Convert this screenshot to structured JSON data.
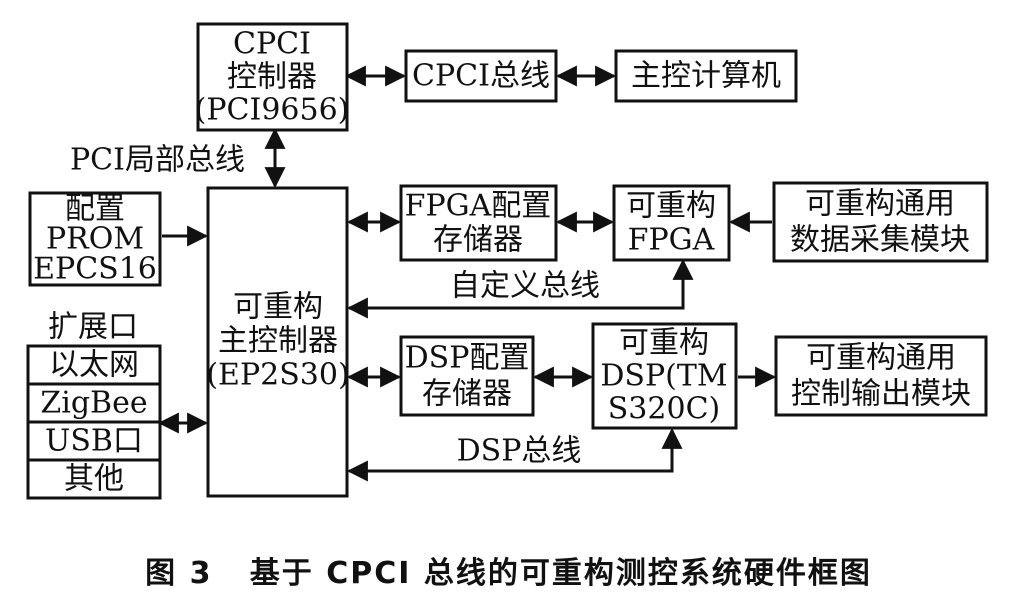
{
  "caption": "图 3   基于 CPCI 总线的可重构测控系统硬件框图",
  "blocks": {
    "cpci_controller": [
      "CPCI",
      "控制器",
      "(PCI9656)"
    ],
    "cpci_bus": [
      "CPCI总线"
    ],
    "host_computer": [
      "主控计算机"
    ],
    "config_prom": [
      "配置",
      "PROM",
      "EPCS16"
    ],
    "main_controller": [
      "可重构",
      "主控制器",
      "(EP2S30)"
    ],
    "fpga_config_mem": [
      "FPGA配置",
      "存储器"
    ],
    "reconfig_fpga": [
      "可重构",
      "FPGA"
    ],
    "daq_module": [
      "可重构通用",
      "数据采集模块"
    ],
    "dsp_config_mem": [
      "DSP配置",
      "存储器"
    ],
    "reconfig_dsp": [
      "可重构",
      "DSP(TM",
      "S320C)"
    ],
    "control_output_module": [
      "可重构通用",
      "控制输出模块"
    ]
  },
  "expansion": {
    "title": "扩展口",
    "ports": [
      "以太网",
      "ZigBee",
      "USB口",
      "其他"
    ]
  },
  "bus_labels": {
    "pci_local_bus": "PCI局部总线",
    "custom_bus": "自定义总线",
    "dsp_bus": "DSP总线"
  }
}
